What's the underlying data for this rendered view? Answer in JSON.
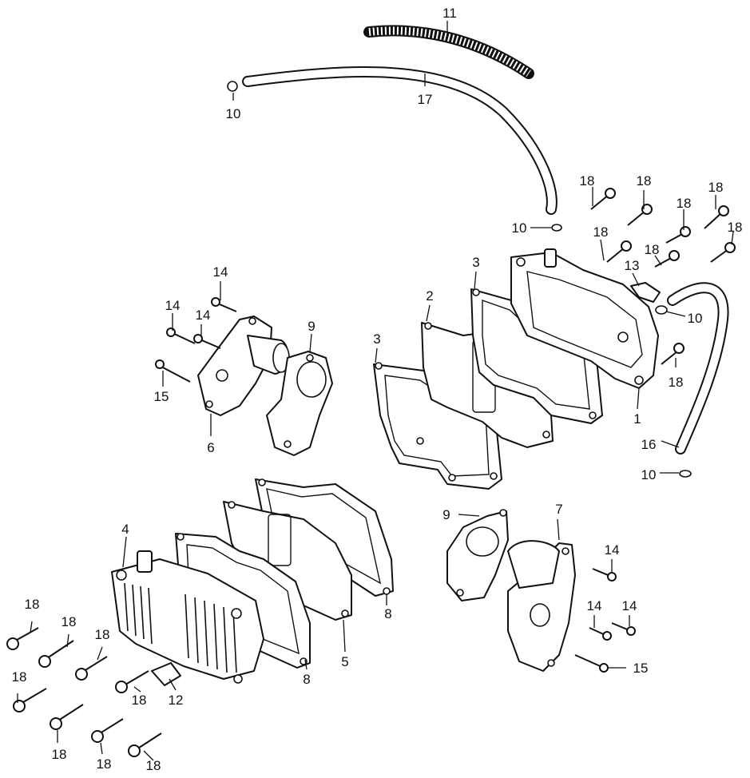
{
  "diagram": {
    "callouts": {
      "c1": "1",
      "c2": "2",
      "c3a": "3",
      "c3b": "3",
      "c4": "4",
      "c5": "5",
      "c6": "6",
      "c7": "7",
      "c8a": "8",
      "c8b": "8",
      "c9a": "9",
      "c9b": "9",
      "c10a": "10",
      "c10b": "10",
      "c10c": "10",
      "c10d": "10",
      "c11": "11",
      "c12": "12",
      "c13": "13",
      "c14a": "14",
      "c14b": "14",
      "c14c": "14",
      "c14d": "14",
      "c14e": "14",
      "c15a": "15",
      "c15b": "15",
      "c16": "16",
      "c17": "17",
      "c18a": "18",
      "c18b": "18",
      "c18c": "18",
      "c18d": "18",
      "c18e": "18",
      "c18f": "18",
      "c18g": "18",
      "c18h": "18",
      "c18i": "18",
      "c18j": "18",
      "c18k": "18",
      "c18l": "18",
      "c18m": "18",
      "c18n": "18",
      "c18o": "18"
    }
  }
}
